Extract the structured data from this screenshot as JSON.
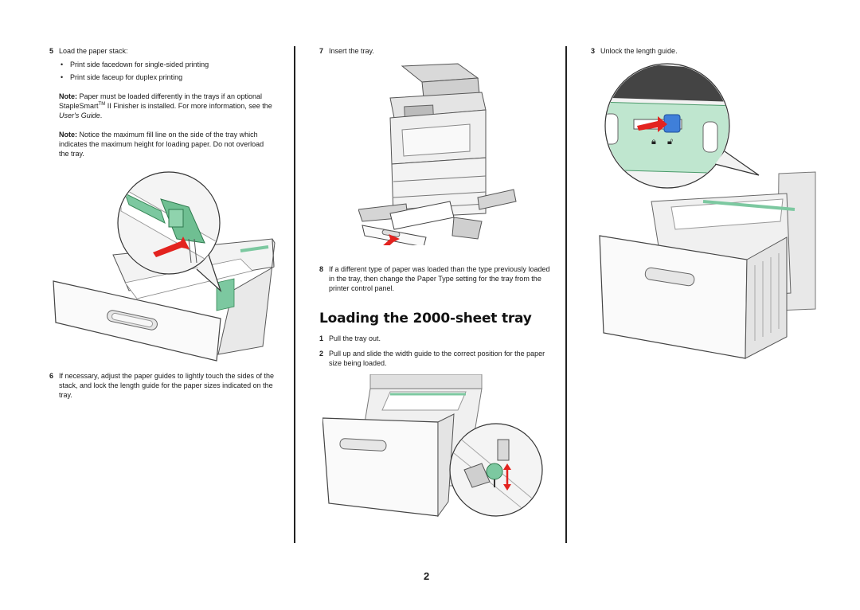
{
  "col1": {
    "step5": {
      "num": "5",
      "text": "Load the paper stack:"
    },
    "bullets": [
      "Print side facedown for single-sided printing",
      "Print side faceup for duplex printing"
    ],
    "note1": {
      "label": "Note:",
      "text_a": " Paper must be loaded differently in the trays if an optional StapleSmart",
      "tm": "TM",
      "text_b": " II Finisher is installed. For more information, see the ",
      "guide": "User's Guide",
      "text_c": "."
    },
    "note2": {
      "label": "Note:",
      "text": " Notice the maximum fill line on the side of the tray which indicates the maximum height for loading paper. Do not overload the tray."
    },
    "step6": {
      "num": "6",
      "text": "If necessary, adjust the paper guides to lightly touch the sides of the stack, and lock the length guide for the paper sizes indicated on the tray."
    }
  },
  "col2": {
    "step7": {
      "num": "7",
      "text": "Insert the tray."
    },
    "step8": {
      "num": "8",
      "text": "If a different type of paper was loaded than the type previously loaded in the tray, then change the Paper Type setting for the tray from the printer control panel."
    },
    "heading": "Loading the 2000-sheet tray",
    "step1": {
      "num": "1",
      "text": "Pull the tray out."
    },
    "step2": {
      "num": "2",
      "text": "Pull up and slide the width guide to the correct position for the paper size being loaded."
    }
  },
  "col3": {
    "step3": {
      "num": "3",
      "text": "Unlock the length guide."
    }
  },
  "page_number": "2",
  "colors": {
    "accent_red": "#e3231f",
    "guide_green": "#7cc8a0",
    "text": "#1a1a1a"
  }
}
